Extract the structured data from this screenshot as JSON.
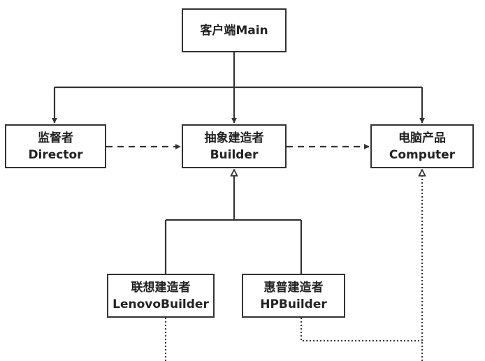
{
  "nodes": {
    "client_main": {
      "line1": "客户端Main"
    },
    "director": {
      "line1": "监督者",
      "line2": "Director"
    },
    "builder": {
      "line1": "抽象建造者",
      "line2": "Builder"
    },
    "computer": {
      "line1": "电脑产品",
      "line2": "Computer"
    },
    "lenovo_builder": {
      "line1": "联想建造者",
      "line2": "LenovoBuilder"
    },
    "hp_builder": {
      "line1": "惠普建造者",
      "line2": "HPBuilder"
    }
  },
  "edges": [
    {
      "from": "client_main",
      "to": "director",
      "style": "solid",
      "arrow": "filled"
    },
    {
      "from": "client_main",
      "to": "builder",
      "style": "solid",
      "arrow": "filled"
    },
    {
      "from": "client_main",
      "to": "computer",
      "style": "solid",
      "arrow": "filled"
    },
    {
      "from": "director",
      "to": "builder",
      "style": "dashed",
      "arrow": "filled"
    },
    {
      "from": "builder",
      "to": "computer",
      "style": "dashed",
      "arrow": "filled"
    },
    {
      "from": "lenovo_builder",
      "to": "builder",
      "style": "solid",
      "arrow": "hollow"
    },
    {
      "from": "hp_builder",
      "to": "builder",
      "style": "solid",
      "arrow": "hollow"
    },
    {
      "from": "hp_builder",
      "to": "computer",
      "style": "dotted",
      "arrow": "hollow"
    },
    {
      "from": "lenovo_builder",
      "to": "computer",
      "style": "dotted",
      "arrow": "none"
    }
  ],
  "colors": {
    "stroke": "#333333",
    "background": "#ffffff",
    "text": "#222222"
  }
}
